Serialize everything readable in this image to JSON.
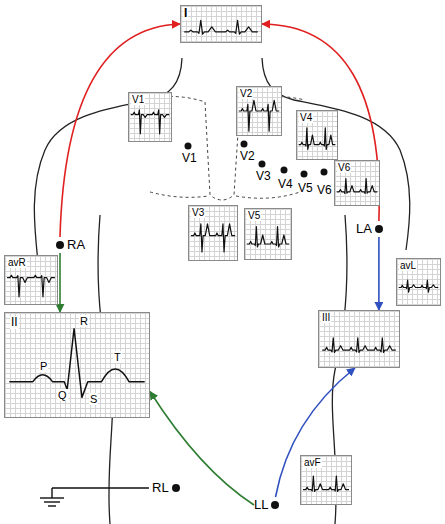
{
  "diagram": {
    "nodes": [
      {
        "text": [
          "I"
        ]
      },
      {
        "text": [
          "V1"
        ]
      },
      {
        "text": [
          "V2"
        ]
      },
      {
        "text": [
          "V4"
        ]
      },
      {
        "text": [
          "V6"
        ]
      },
      {
        "text": [
          "RA"
        ]
      },
      {
        "text": [
          "avR"
        ]
      },
      {
        "text": [
          "V3"
        ]
      },
      {
        "text": [
          "V5"
        ]
      },
      {
        "text": [
          "LA"
        ]
      },
      {
        "text": [
          "avL"
        ]
      },
      {
        "text": [
          "II",
          "R",
          "P",
          "T",
          "Q",
          "S"
        ]
      },
      {
        "text": [
          "III"
        ]
      },
      {
        "text": [
          "avF"
        ]
      },
      {
        "text": [
          "RL"
        ]
      },
      {
        "text": [
          "LL"
        ]
      }
    ],
    "edges": [
      {
        "from": 5,
        "to": 0,
        "arrow": "to"
      },
      {
        "from": 9,
        "to": 0,
        "arrow": "to"
      },
      {
        "from": 5,
        "to": 11,
        "arrow": "to"
      },
      {
        "from": 15,
        "to": 11,
        "arrow": "to"
      },
      {
        "from": 9,
        "to": 12,
        "arrow": "to"
      },
      {
        "from": 15,
        "to": 12,
        "arrow": "to"
      }
    ],
    "labels": [
      "V1",
      "V2",
      "V3",
      "V4",
      "V5",
      "V6"
    ]
  }
}
